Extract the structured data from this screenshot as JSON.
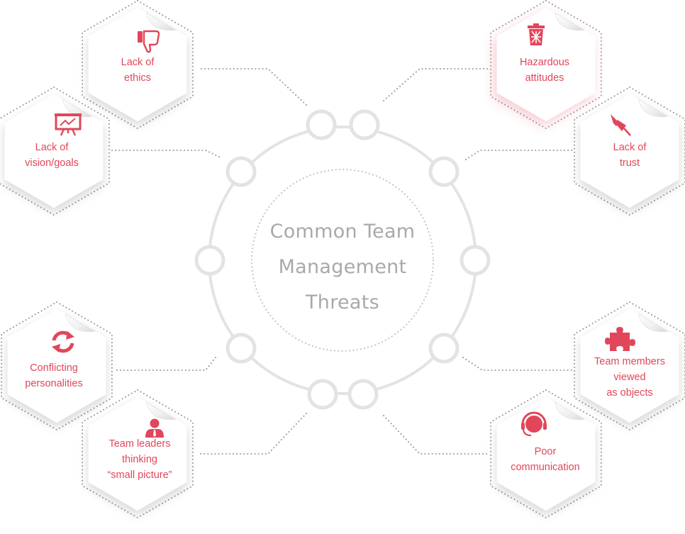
{
  "title": {
    "lines": [
      "Common Team",
      "Management",
      "Threats"
    ]
  },
  "threats": [
    {
      "id": "ethics",
      "lines": [
        "Lack of",
        "ethics"
      ],
      "icon": "thumbs-down-icon"
    },
    {
      "id": "vision",
      "lines": [
        "Lack of",
        "vision/goals"
      ],
      "icon": "presentation-board-icon"
    },
    {
      "id": "hazardous",
      "lines": [
        "Hazardous",
        "attitudes"
      ],
      "icon": "trash-can-icon"
    },
    {
      "id": "trust",
      "lines": [
        "Lack of",
        "trust"
      ],
      "icon": "push-pin-icon"
    },
    {
      "id": "conflicting",
      "lines": [
        "Conflicting",
        "personalities"
      ],
      "icon": "refresh-arrows-icon"
    },
    {
      "id": "small-picture",
      "lines": [
        "Team leaders",
        "thinking",
        "“small picture”"
      ],
      "icon": "person-icon"
    },
    {
      "id": "objects",
      "lines": [
        "Team members",
        "viewed",
        "as objects"
      ],
      "icon": "puzzle-piece-icon"
    },
    {
      "id": "communication",
      "lines": [
        "Poor",
        "communication"
      ],
      "icon": "headset-icon"
    }
  ],
  "colors": {
    "accent": "#e2465a",
    "title_text": "#a9a9a9",
    "ring": "#e3e3e3",
    "dots": "#9a9a9a",
    "card_fill": "#ffffff"
  }
}
